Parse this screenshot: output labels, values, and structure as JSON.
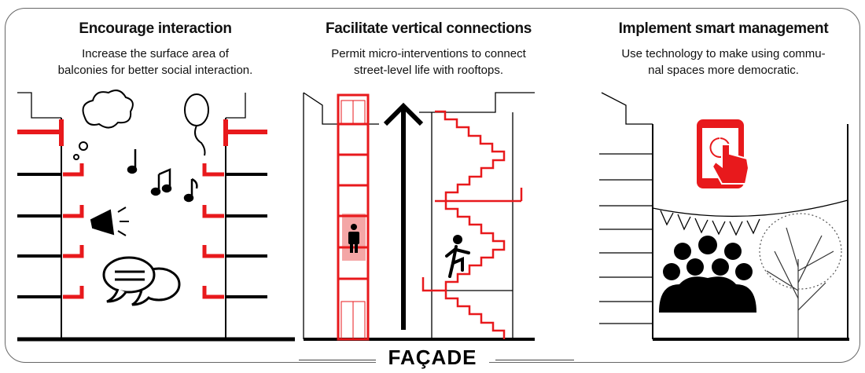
{
  "panels": [
    {
      "title": "Encourage interaction",
      "description_lines": [
        "Increase the surface area of",
        "balconies for better social interaction."
      ]
    },
    {
      "title": "Facilitate vertical connections",
      "description_lines": [
        "Permit micro-interventions to connect",
        "street-level life with rooftops."
      ]
    },
    {
      "title": "Implement smart management",
      "description_lines": [
        "Use technology to make using commu-",
        "nal spaces more democratic."
      ]
    }
  ],
  "footer_label": "FAÇADE",
  "colors": {
    "accent": "#e8191c",
    "ink": "#000000",
    "elevator_cab": "#f4a6a6"
  }
}
